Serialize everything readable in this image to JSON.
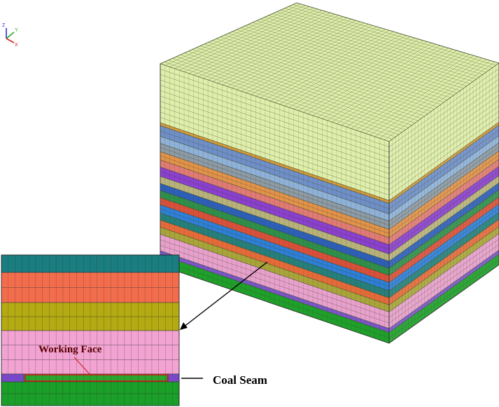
{
  "axis_triad": {
    "z": "Z",
    "y": "Y",
    "x": "X"
  },
  "labels": {
    "working_face": "Working Face",
    "coal_seam": "Coal Seam"
  },
  "colors": {
    "top_face": "#dfeeaa",
    "mesh_line": "#3a4a2a",
    "arrow": "#000000",
    "working_face_outline": "#d21818"
  },
  "model_layers": [
    {
      "name": "overburden-top",
      "color": "#dfeeaa",
      "weight": 5.0
    },
    {
      "name": "thin-orange",
      "color": "#d49a3a",
      "weight": 0.25
    },
    {
      "name": "layer-steel-blue",
      "color": "#6f8fc8",
      "weight": 0.9
    },
    {
      "name": "layer-sky",
      "color": "#8fb1d8",
      "weight": 0.6
    },
    {
      "name": "layer-gray",
      "color": "#8e9aa6",
      "weight": 0.7
    },
    {
      "name": "layer-orange",
      "color": "#e3924a",
      "weight": 0.7
    },
    {
      "name": "layer-salmon",
      "color": "#e07a74",
      "weight": 0.6
    },
    {
      "name": "layer-purple",
      "color": "#8c3fd0",
      "weight": 0.8
    },
    {
      "name": "layer-khaki",
      "color": "#b8b27a",
      "weight": 0.6
    },
    {
      "name": "layer-navy",
      "color": "#2e5fb8",
      "weight": 0.6
    },
    {
      "name": "layer-green",
      "color": "#2f8f4a",
      "weight": 0.6
    },
    {
      "name": "layer-red",
      "color": "#d9503a",
      "weight": 0.6
    },
    {
      "name": "layer-blue",
      "color": "#2e7fd8",
      "weight": 0.7
    },
    {
      "name": "layer-teal",
      "color": "#267f7a",
      "weight": 0.6
    },
    {
      "name": "layer-orange-2",
      "color": "#e56a3a",
      "weight": 0.6
    },
    {
      "name": "layer-olive",
      "color": "#a9a43a",
      "weight": 0.6
    },
    {
      "name": "layer-pink",
      "color": "#e8a0cc",
      "weight": 1.4
    },
    {
      "name": "coal-purple",
      "color": "#7b55c8",
      "weight": 0.35
    },
    {
      "name": "floor-green",
      "color": "#1ea02a",
      "weight": 0.9
    }
  ],
  "inset_layers": [
    {
      "name": "inset-teal",
      "color": "#1a7d80"
    },
    {
      "name": "inset-salmon",
      "color": "#f36d4c"
    },
    {
      "name": "inset-khaki",
      "color": "#c9b27c"
    },
    {
      "name": "inset-olive",
      "color": "#b4aa12"
    },
    {
      "name": "inset-pink",
      "color": "#f2a3d2"
    },
    {
      "name": "inset-coal",
      "color": "#2aa530"
    },
    {
      "name": "inset-coal-pillar",
      "color": "#7848c8"
    },
    {
      "name": "inset-floor",
      "color": "#1aa028"
    }
  ]
}
